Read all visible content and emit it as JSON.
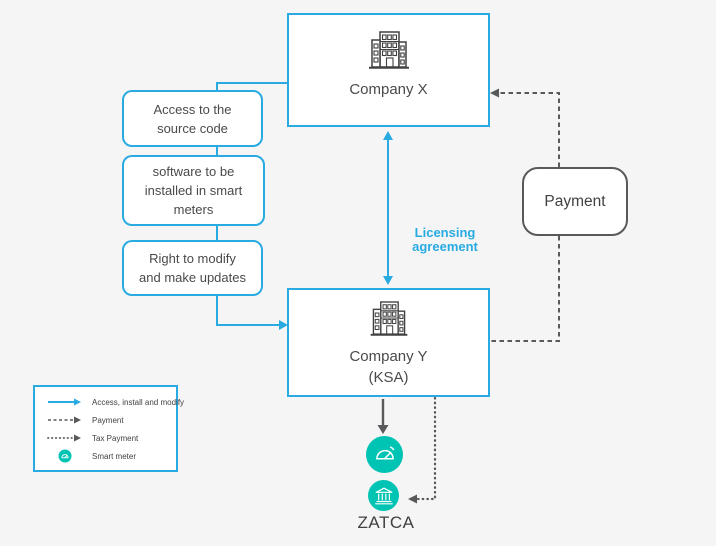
{
  "colors": {
    "accent_cyan": "#29ABE2",
    "teal": "#00C4B3",
    "gray": "#58595B",
    "text_dark": "#414042",
    "background": "#F5F5F6"
  },
  "nodes": {
    "company_x": {
      "label": "Company X"
    },
    "company_y": {
      "label": "Company Y\n(KSA)"
    },
    "payment": {
      "label": "Payment"
    },
    "zatca": {
      "label": "ZATCA"
    }
  },
  "notes": [
    {
      "label": "Access to the\nsource code"
    },
    {
      "label": "software to be\ninstalled in smart\nmeters"
    },
    {
      "label": "Right to modify\nand make updates"
    }
  ],
  "edge_labels": {
    "licensing": "Licensing\nagreement"
  },
  "legend": {
    "items": [
      {
        "swatch": "solid-cyan-arrow",
        "label": "Access, install and modify"
      },
      {
        "swatch": "dashed-gray-arrow",
        "label": "Payment"
      },
      {
        "swatch": "dotted-gray-arrow",
        "label": "Tax Payment"
      },
      {
        "swatch": "teal-circle",
        "label": "Smart meter"
      }
    ]
  }
}
